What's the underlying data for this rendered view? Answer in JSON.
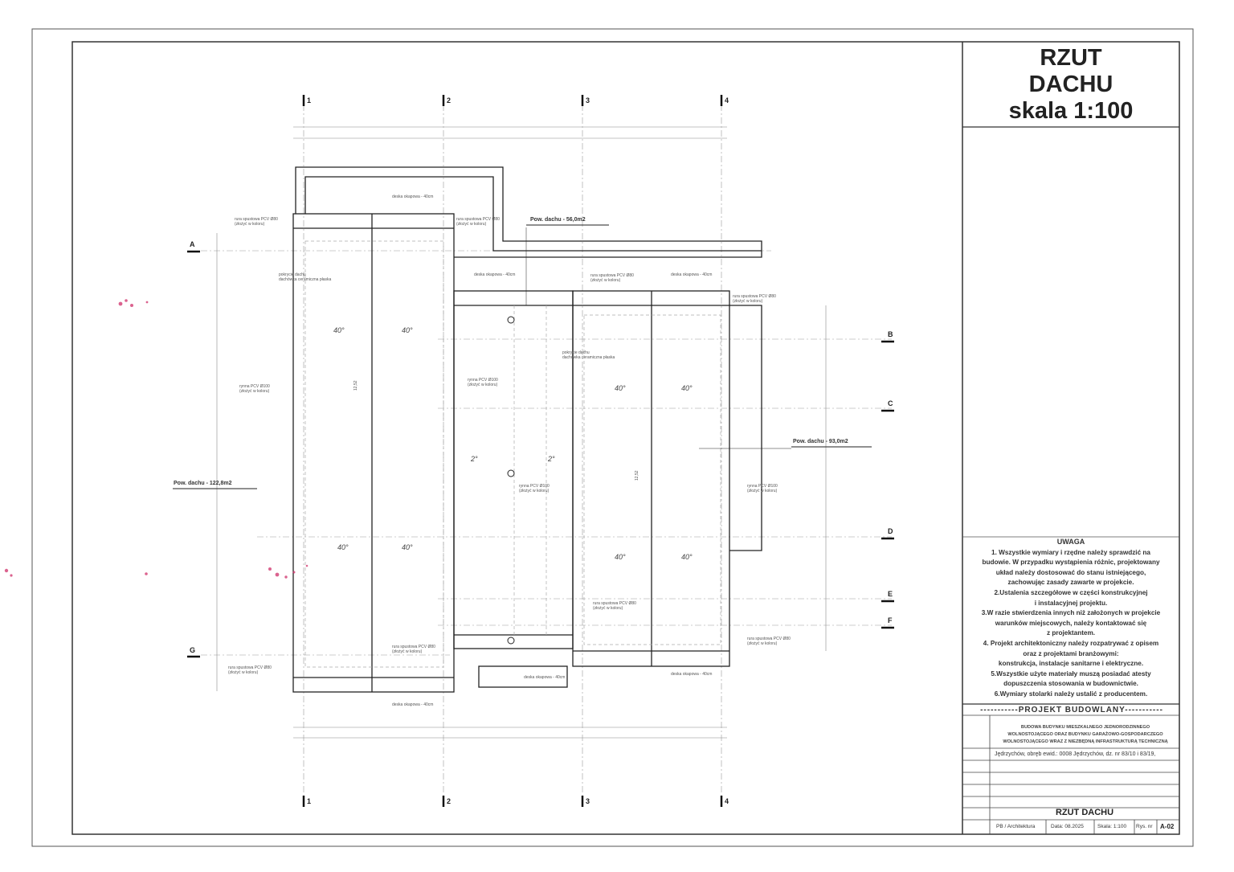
{
  "title": {
    "line1": "RZUT",
    "line2": "DACHU",
    "line3": "skala 1:100"
  },
  "areas": [
    {
      "id": "left",
      "label": "Pow. dachu - 122,8m2"
    },
    {
      "id": "top",
      "label": "Pow. dachu - 56,0m2"
    },
    {
      "id": "right",
      "label": "Pow. dachu - 93,0m2"
    }
  ],
  "axes_columns": [
    "1",
    "2",
    "3",
    "4"
  ],
  "axes_rows": [
    "A",
    "B",
    "C",
    "D",
    "E",
    "F",
    "G"
  ],
  "slopes": [
    "40°",
    "40°",
    "40°",
    "40°",
    "40°",
    "40°",
    "40°",
    "40°",
    "2°",
    "2°"
  ],
  "notes": {
    "heading": "UWAGA",
    "items": [
      "1. Wszystkie wymiary i rzędne należy sprawdzić na",
      "budowie. W przypadku wystąpienia różnic, projektowany",
      "układ należy dostosować do stanu istniejącego,",
      "zachowując zasady zawarte w projekcie.",
      "2.Ustalenia szczegółowe w części konstrukcyjnej",
      "i instalacyjnej projektu.",
      "3.W razie stwierdzenia innych niż założonych w projekcie",
      "warunków miejscowych, należy kontaktować się",
      "z projektantem.",
      "4. Projekt architektoniczny należy rozpatrywać z opisem",
      "oraz z projektami branżowymi:",
      "konstrukcja, instalacje sanitarne i elektryczne.",
      "5.Wszystkie użyte materiały muszą posiadać atesty",
      "dopuszczenia stosowania w budownictwie.",
      "6.Wymiary stolarki należy ustalić z producentem."
    ]
  },
  "title_block": {
    "project_label": "-----------PROJEKT BUDOWLANY-----------",
    "description": [
      "BUDOWA BUDYNKU MIESZKALNEGO JEDNORODZINNEGO",
      "WOLNOSTOJĄCEGO ORAZ BUDYNKU GARAŻOWO-GOSPODARCZEGO",
      "WOLNOSTOJĄCEGO WRAZ Z NIEZBĘDNĄ INFRASTRUKTURĄ TECHNICZNĄ"
    ],
    "address": "Jędrzychów, obręb ewid.: 0008 Jędrzychów, dz. nr 83/10 i 83/19,",
    "drawing_name": "RZUT DACHU",
    "branch": "PB / Architektura",
    "date": "Data: 08.2025",
    "scale": "Skala: 1:100",
    "sheet_label": "Rys. nr",
    "sheet_no": "A-02"
  },
  "annotations": {
    "gutter": "rynna PCV Ø100",
    "gutter_sub": "(złożyć w koloru)",
    "downpipe": "rura spustowa PCV Ø80",
    "downpipe_sub": "(złożyć w koloru)",
    "roof_cover": "pokrycie dachu",
    "roof_cover_sub": "dachówka ceramiczna płaska",
    "eave_board": "deska okapowa - 40cm",
    "level_12": "12,52"
  }
}
